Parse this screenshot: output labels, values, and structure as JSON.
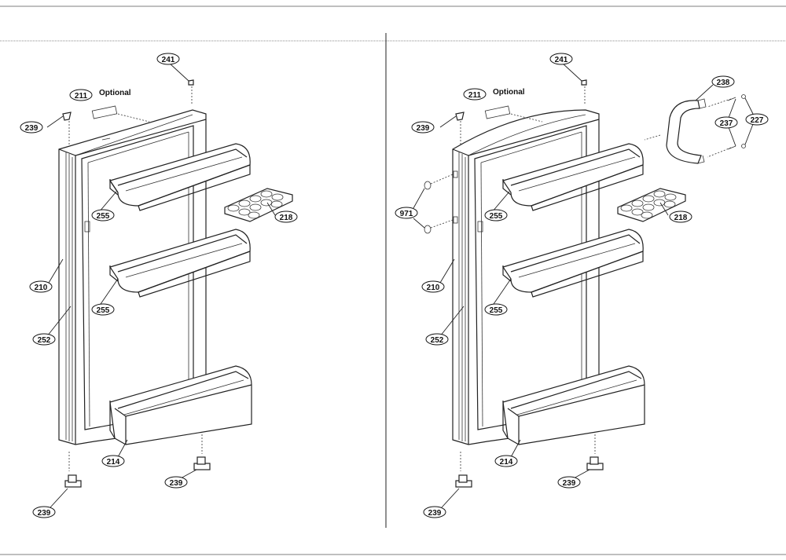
{
  "optional_text": "Optional",
  "left_labels": {
    "p241": "241",
    "p211": "211",
    "p239a": "239",
    "p255a": "255",
    "p218": "218",
    "p210": "210",
    "p255b": "255",
    "p252": "252",
    "p214": "214",
    "p239b": "239",
    "p239c": "239"
  },
  "right_labels": {
    "p241": "241",
    "p211": "211",
    "p239a": "239",
    "p238": "238",
    "p237": "237",
    "p227": "227",
    "p971": "971",
    "p255a": "255",
    "p218": "218",
    "p210": "210",
    "p255b": "255",
    "p252": "252",
    "p214": "214",
    "p239b": "239",
    "p239c": "239"
  }
}
